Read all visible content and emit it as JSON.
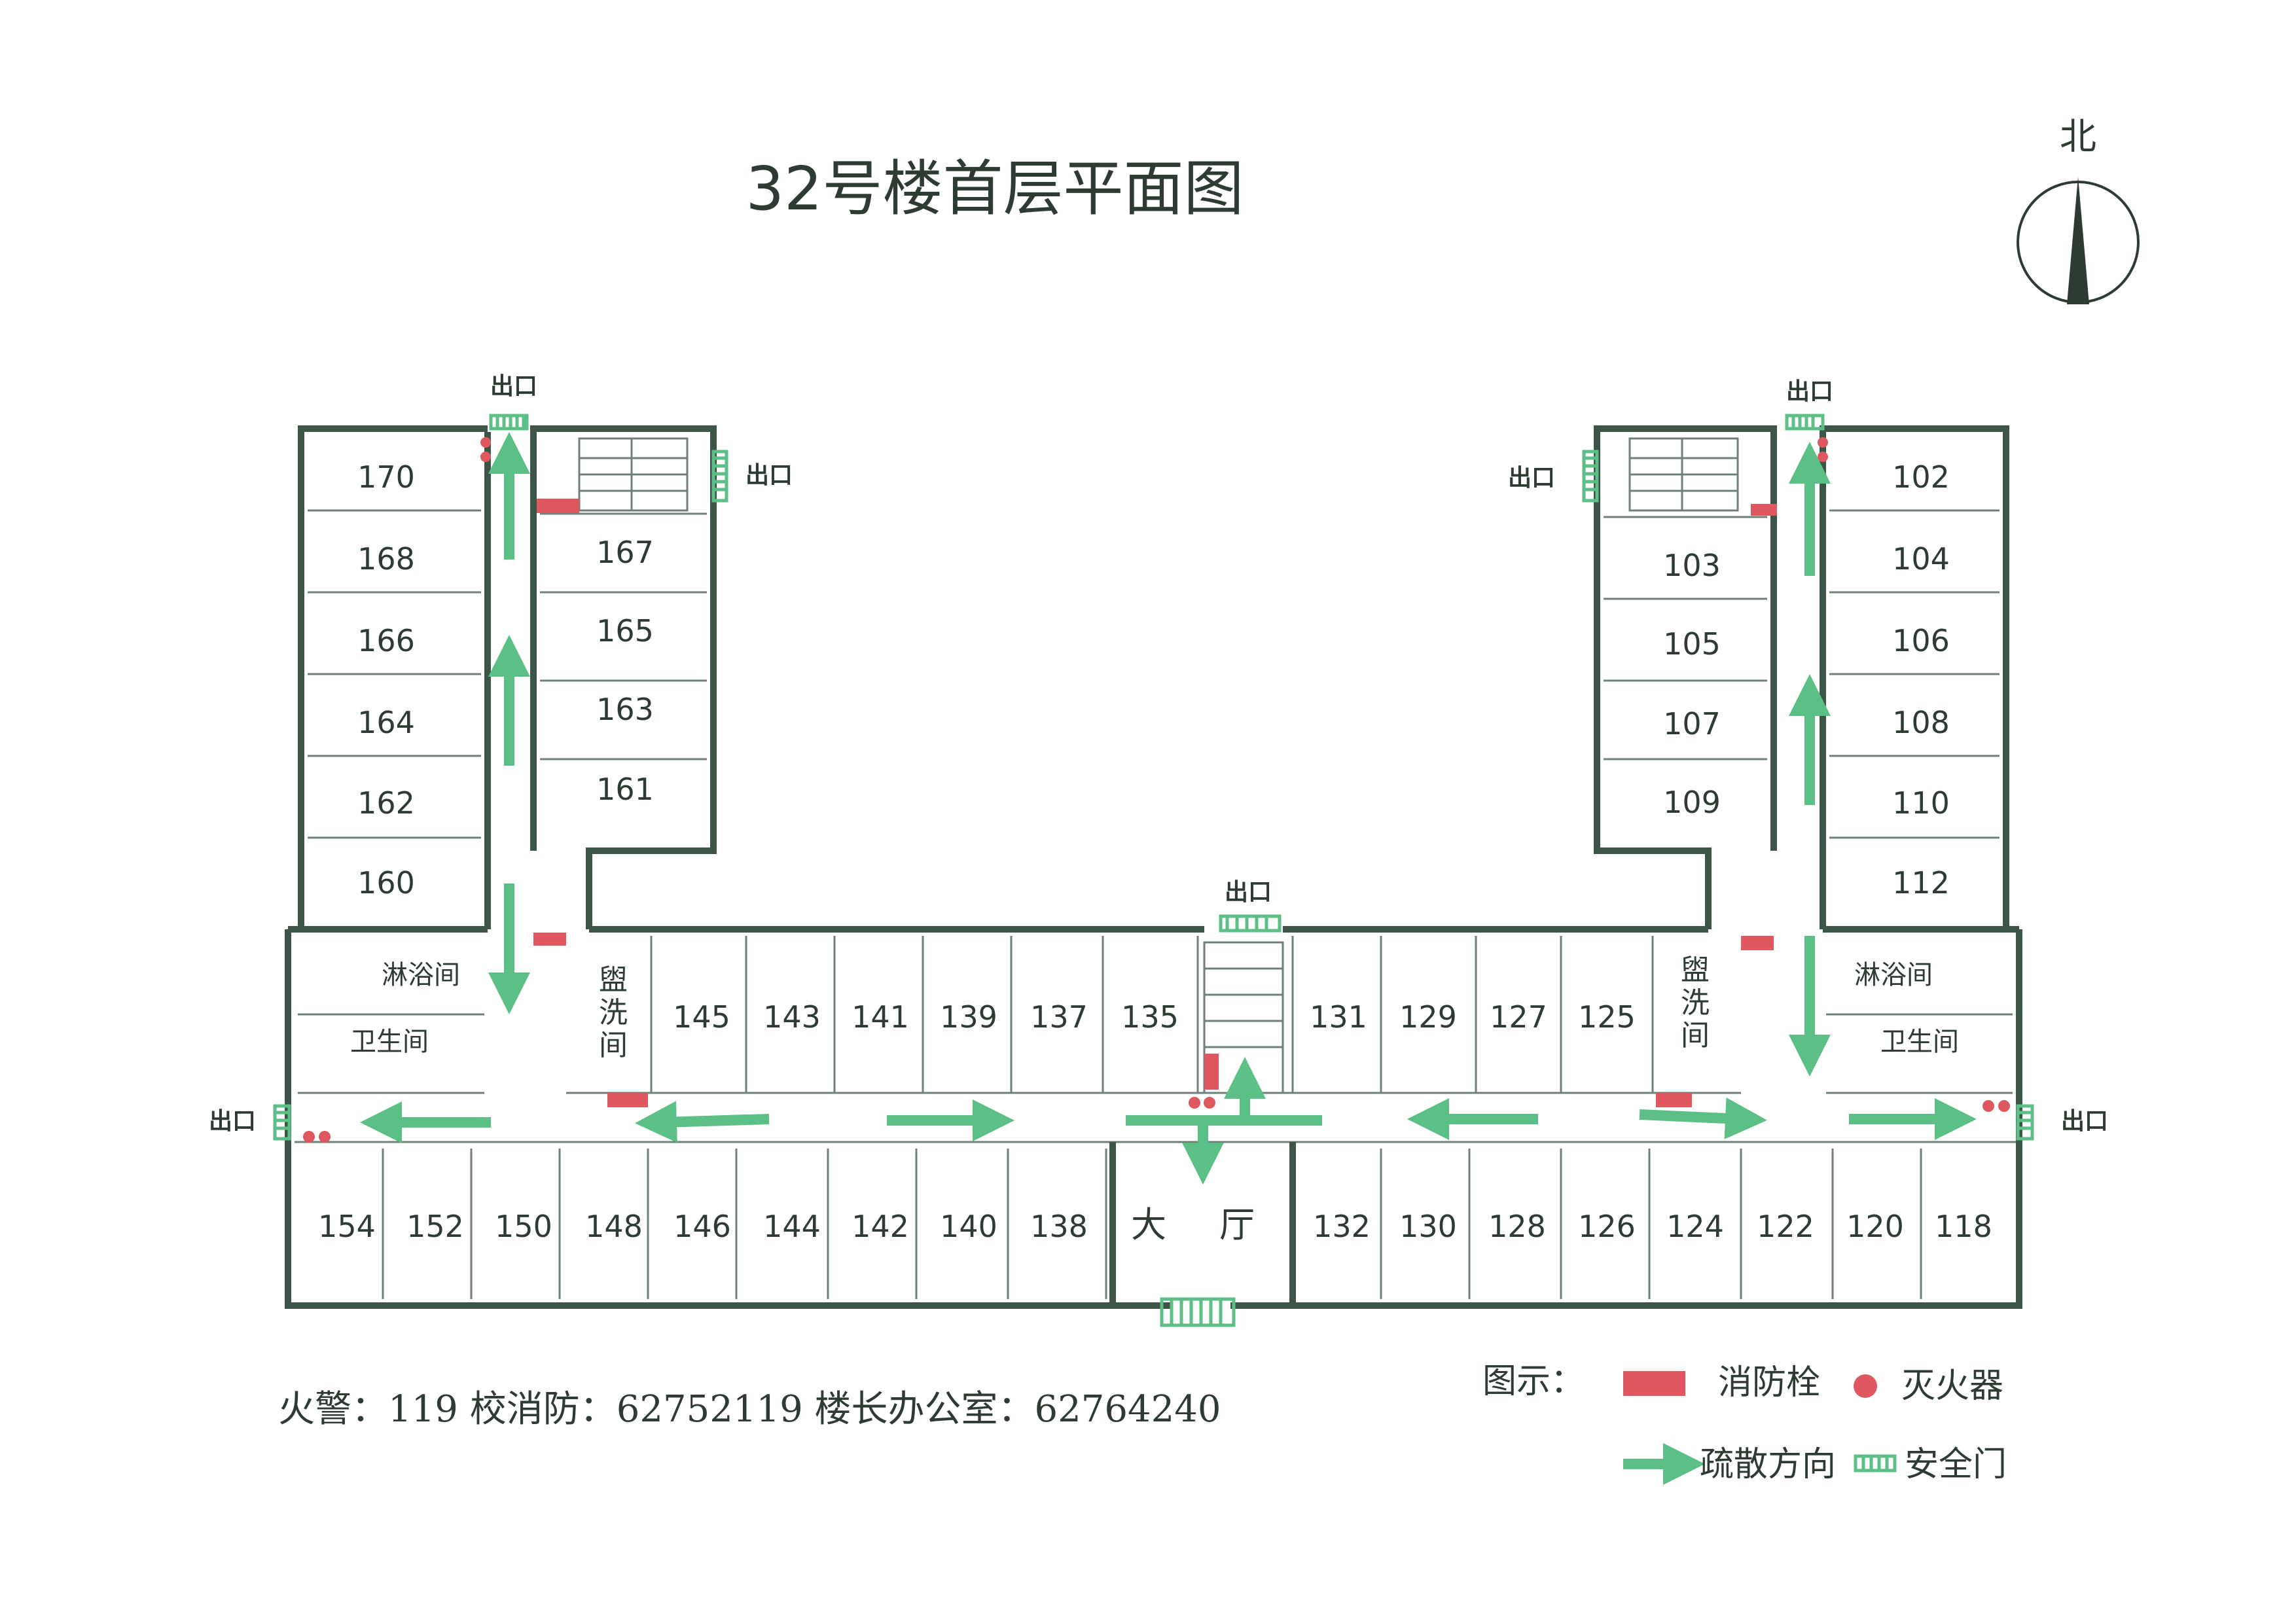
{
  "title": "32号楼首层平面图",
  "compass": {
    "label": "北"
  },
  "colors": {
    "wall": "#3c5547",
    "hydrant": "#e0585f",
    "extinguisher": "#e0585f",
    "arrow": "#5cbf86",
    "safety_door": "#5cbf86"
  },
  "exits": {
    "label": "出口"
  },
  "rooms": {
    "west_wing_left": [
      "170",
      "168",
      "166",
      "164",
      "162",
      "160"
    ],
    "west_wing_right": [
      "167",
      "165",
      "163",
      "161"
    ],
    "east_wing_left": [
      "103",
      "105",
      "107",
      "109"
    ],
    "east_wing_right": [
      "102",
      "104",
      "106",
      "108",
      "110",
      "112"
    ],
    "north_row_west": [
      "145",
      "143",
      "141",
      "139",
      "137",
      "135"
    ],
    "north_row_east": [
      "131",
      "129",
      "127",
      "125"
    ],
    "south_row_west": [
      "154",
      "152",
      "150",
      "148",
      "146",
      "144",
      "142",
      "140",
      "138"
    ],
    "south_row_east": [
      "132",
      "130",
      "128",
      "126",
      "124",
      "122",
      "120",
      "118"
    ]
  },
  "labels": {
    "shower_room": "淋浴间",
    "toilet": "卫生间",
    "washroom": [
      "盥",
      "洗",
      "间"
    ],
    "hall": [
      "大",
      "厅"
    ]
  },
  "footer": {
    "contacts": "火警：119  校消防：62752119  楼长办公室：62764240"
  },
  "legend": {
    "title": "图示：",
    "hydrant": "消防栓",
    "extinguisher": "灭火器",
    "arrow": "疏散方向",
    "door": "安全门"
  }
}
